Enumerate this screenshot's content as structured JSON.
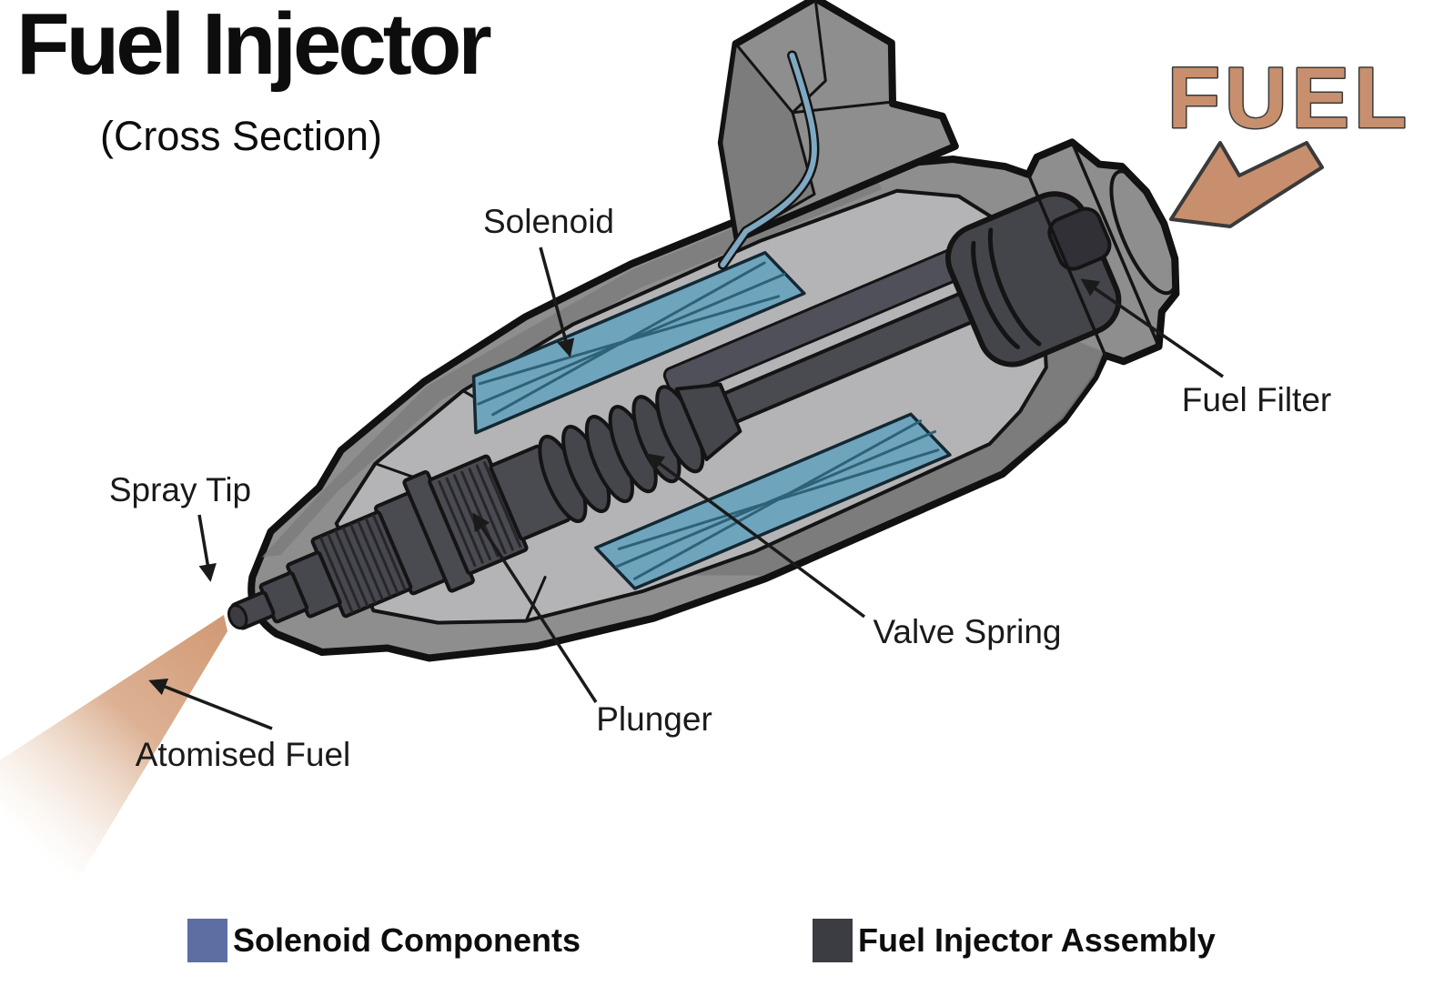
{
  "title": {
    "text": "Fuel Injector",
    "subtitle": "(Cross Section)"
  },
  "fuel_flow": {
    "label": "FUEL",
    "color": "#C78F6D"
  },
  "labels": {
    "solenoid": "Solenoid",
    "fuel_filter": "Fuel Filter",
    "spray_tip": "Spray Tip",
    "valve_spring": "Valve Spring",
    "plunger": "Plunger",
    "atomised_fuel": "Atomised Fuel"
  },
  "legend": {
    "items": [
      {
        "label": "Solenoid Components",
        "color": "#5E6DA2"
      },
      {
        "label": "Fuel Injector Assembly",
        "color": "#3C3C43"
      }
    ]
  },
  "colors": {
    "solenoid_fill": "#6FA4BD",
    "solenoid_hatch": "#2E6278",
    "body_gray": "#8E8E8E",
    "body_shadow": "#7A7A7A",
    "body_inner_light": "#B4B4B6",
    "assembly_dark": "#46464D",
    "outline_black": "#111111",
    "spray_fuel": "#D29A76"
  }
}
